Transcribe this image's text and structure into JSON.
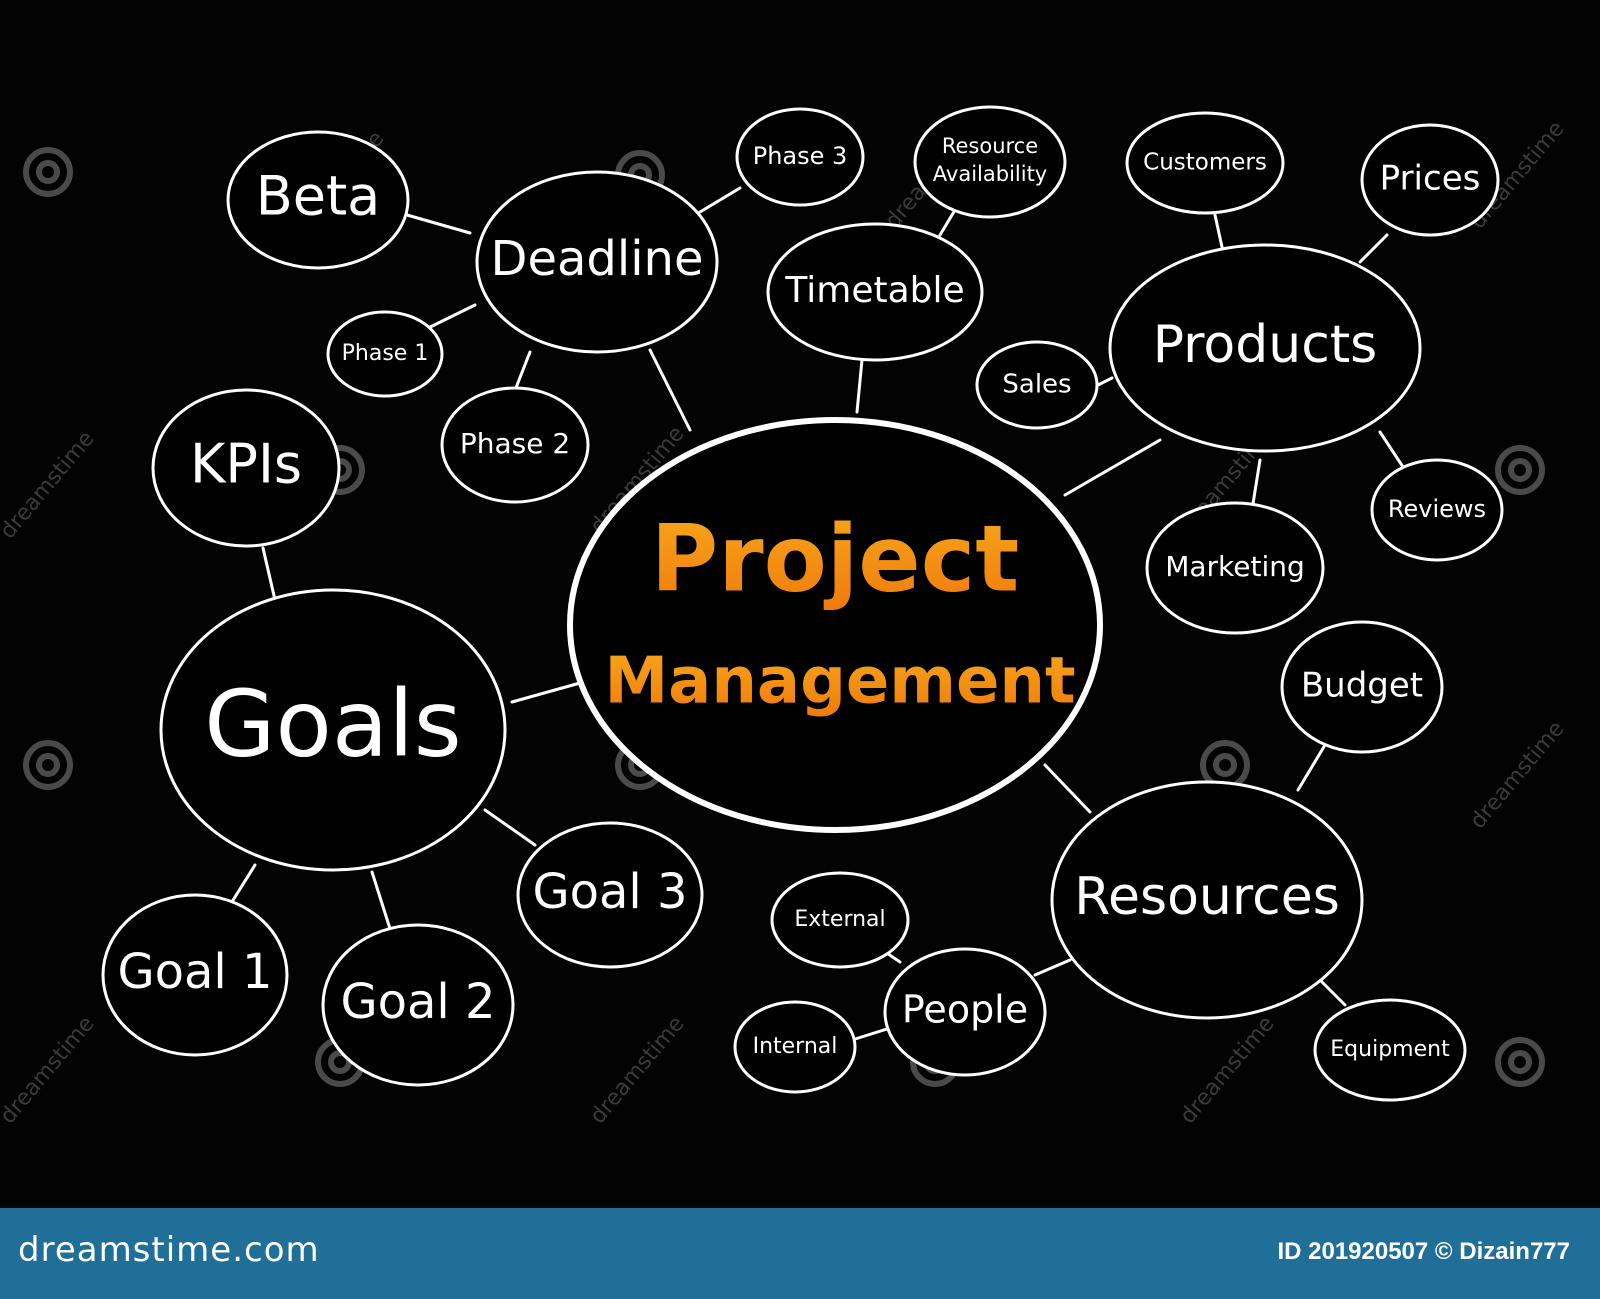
{
  "diagram": {
    "center": {
      "line1": "Project",
      "line2": "Management"
    },
    "nodes": {
      "beta": "Beta",
      "deadline": "Deadline",
      "phase3": "Phase 3",
      "resource_availability_1": "Resource",
      "resource_availability_2": "Availability",
      "customers": "Customers",
      "prices": "Prices",
      "phase1": "Phase 1",
      "timetable": "Timetable",
      "products": "Products",
      "sales": "Sales",
      "phase2": "Phase 2",
      "kpis": "KPIs",
      "reviews": "Reviews",
      "marketing": "Marketing",
      "goals": "Goals",
      "budget": "Budget",
      "goal3": "Goal 3",
      "resources": "Resources",
      "external": "External",
      "goal1": "Goal 1",
      "goal2": "Goal 2",
      "people": "People",
      "internal": "Internal",
      "equipment": "Equipment"
    }
  },
  "watermark": {
    "text": "dreamstime"
  },
  "footer": {
    "brand": "dreamstime.com",
    "credit": "ID 201920507 © Dizain777"
  },
  "colors": {
    "background": "#030303",
    "line": "#ffffff",
    "center_gradient_top": "#f5a31a",
    "center_gradient_bottom": "#f07d0e",
    "footer": "#1f6f99"
  }
}
